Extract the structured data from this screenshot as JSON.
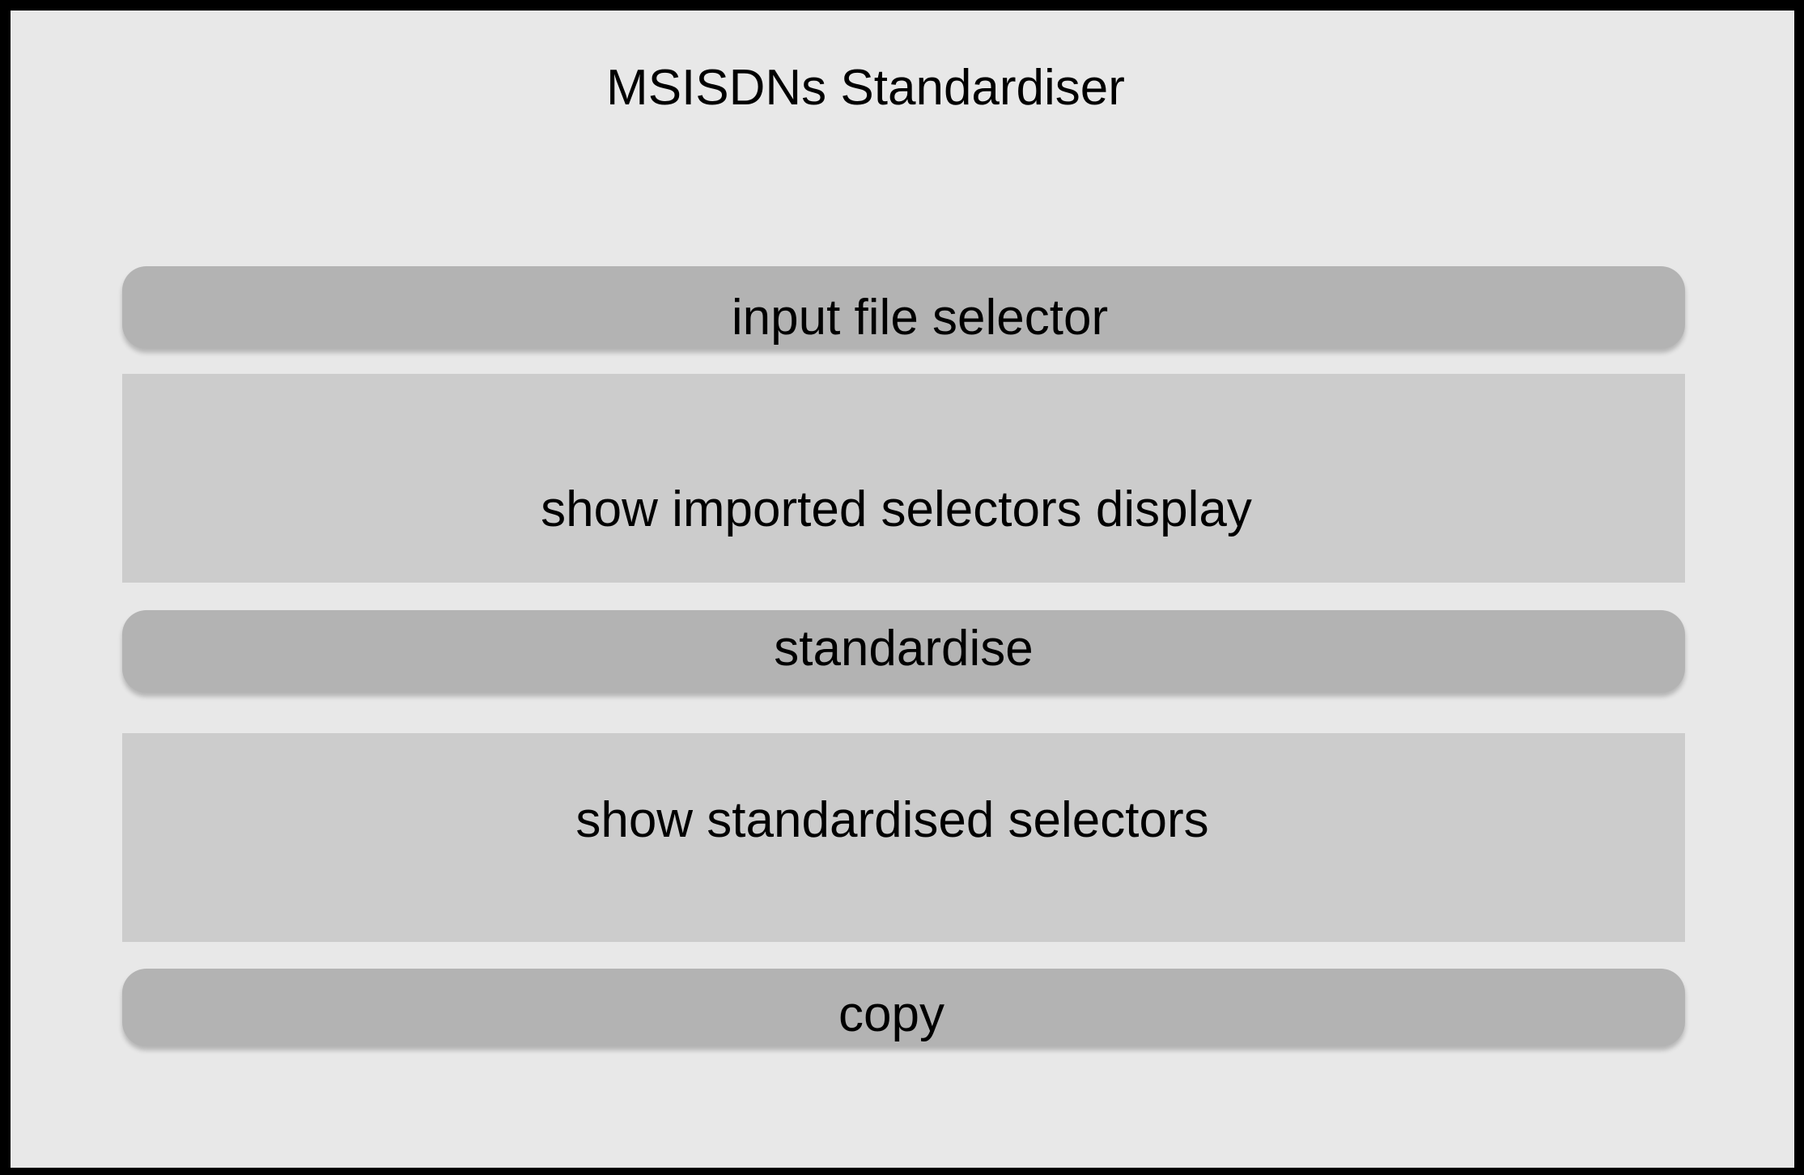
{
  "app": {
    "title": "MSISDNs Standardiser"
  },
  "main": {
    "input_button_label": "input file selector",
    "imported_panel_label": "show imported selectors display",
    "standardise_button_label": "standardise",
    "standardised_panel_label": "show standardised selectors",
    "copy_button_label": "copy"
  },
  "colors": {
    "background": "#e8e8e8",
    "button": "#b3b3b3",
    "panel": "#cccccc",
    "border": "#000000"
  }
}
